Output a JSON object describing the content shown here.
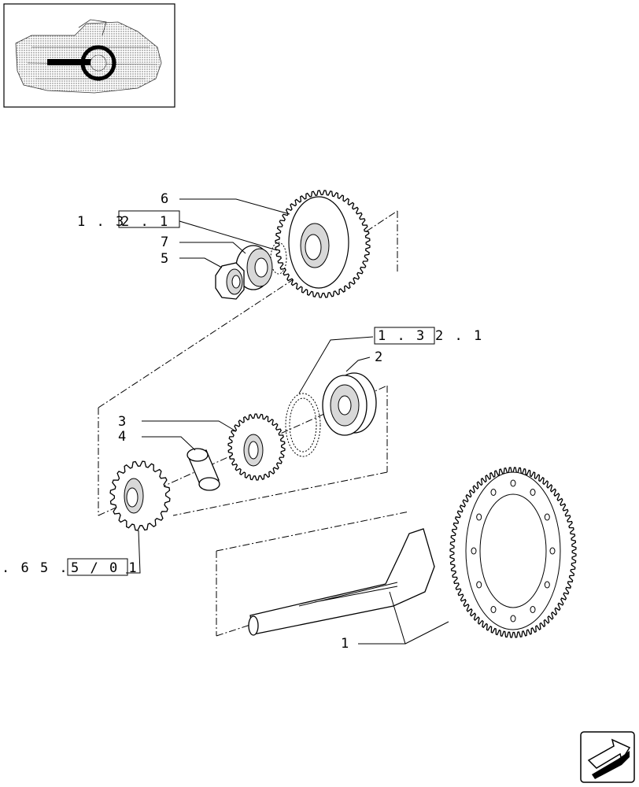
{
  "callouts": {
    "c1": "1",
    "c2": "2",
    "c3": "3",
    "c4": "4",
    "c5": "5",
    "c6": "6",
    "c7": "7"
  },
  "references": {
    "ref_top": {
      "prefix": "1 . 3",
      "boxed": "2 . 1"
    },
    "ref_mid": {
      "boxed": "1 . 3",
      "suffix": "2 . 1"
    },
    "ref_left": {
      "prefix": ". 6 5 .",
      "boxed": "5 / 0 1"
    }
  },
  "icons": {
    "locator": "transmission-locator-thumbnail",
    "nav": "next-page-arrow-icon"
  }
}
